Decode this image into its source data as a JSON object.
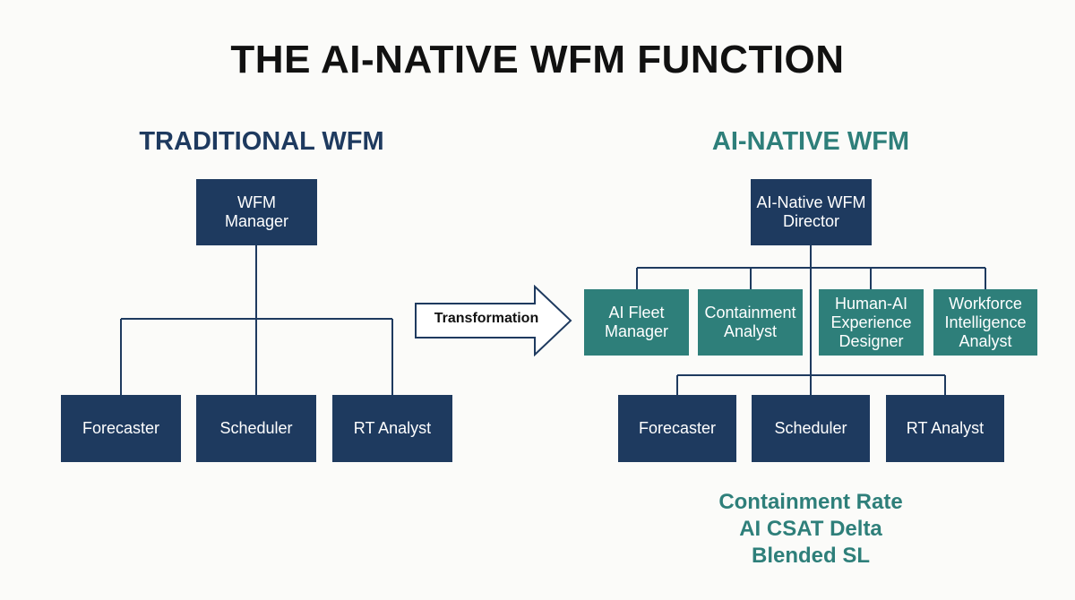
{
  "title": "THE AI-NATIVE WFM FUNCTION",
  "traditional": {
    "heading": "TRADITIONAL WFM",
    "manager": [
      "WFM",
      "Manager"
    ],
    "roles": [
      "Forecaster",
      "Scheduler",
      "RT Analyst"
    ]
  },
  "transformation_label": "Transformation",
  "ai_native": {
    "heading": "AI-NATIVE WFM",
    "director": [
      "AI-Native WFM",
      "Director"
    ],
    "new_roles": [
      [
        "AI Fleet",
        "Manager"
      ],
      [
        "Containment",
        "Analyst"
      ],
      [
        "Human-AI",
        "Experience",
        "Designer"
      ],
      [
        "Workforce",
        "Intelligence",
        "Analyst"
      ]
    ],
    "roles": [
      "Forecaster",
      "Scheduler",
      "RT Analyst"
    ],
    "metrics": [
      "Containment Rate",
      "AI CSAT Delta",
      "Blended SL"
    ]
  },
  "colors": {
    "navy": "#1e3a5f",
    "teal": "#2e7f7a",
    "title": "#111111"
  }
}
